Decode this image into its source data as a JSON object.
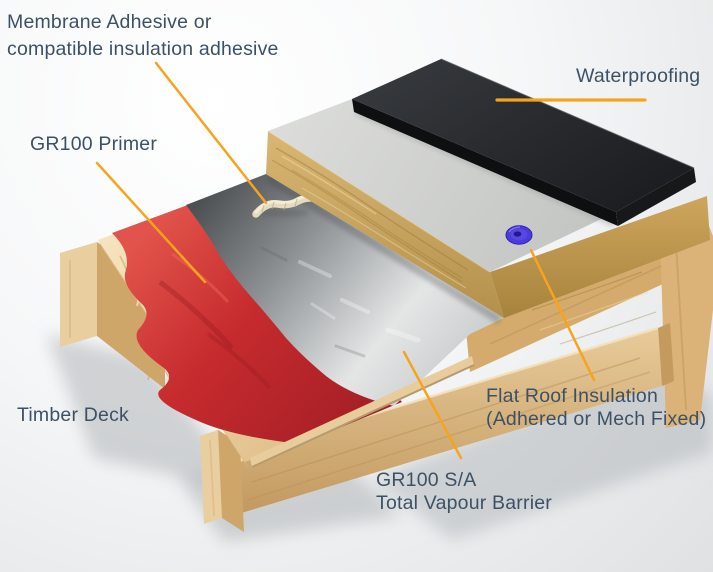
{
  "labels": {
    "membrane_adhesive": {
      "line1": "Membrane Adhesive or",
      "line2": "compatible insulation adhesive"
    },
    "waterproofing": {
      "line1": "Waterproofing"
    },
    "gr100_primer": {
      "line1": "GR100 Primer"
    },
    "timber_deck": {
      "line1": "Timber Deck"
    },
    "flat_roof_insulation": {
      "line1": "Flat Roof Insulation",
      "line2": "(Adhered or Mech Fixed)"
    },
    "gr100_sa": {
      "line1": "GR100 S/A",
      "line2": "Total Vapour Barrier"
    }
  },
  "colors": {
    "label_text": "#3d5166",
    "leader_line": "#F6A41E",
    "waterproofing_black": "#26282b",
    "insulation_tan": "#c9a45c",
    "facing_gray": "#d0d2d0",
    "foil_silver": "#9fa3a6",
    "primer_red": "#c42a2d",
    "plywood": "#e9d0a0",
    "timber": "#d2a96c",
    "fixing_blue": "#4b3ade",
    "adhesive_cream": "#e6dcbd",
    "background": "#eef0f1"
  }
}
